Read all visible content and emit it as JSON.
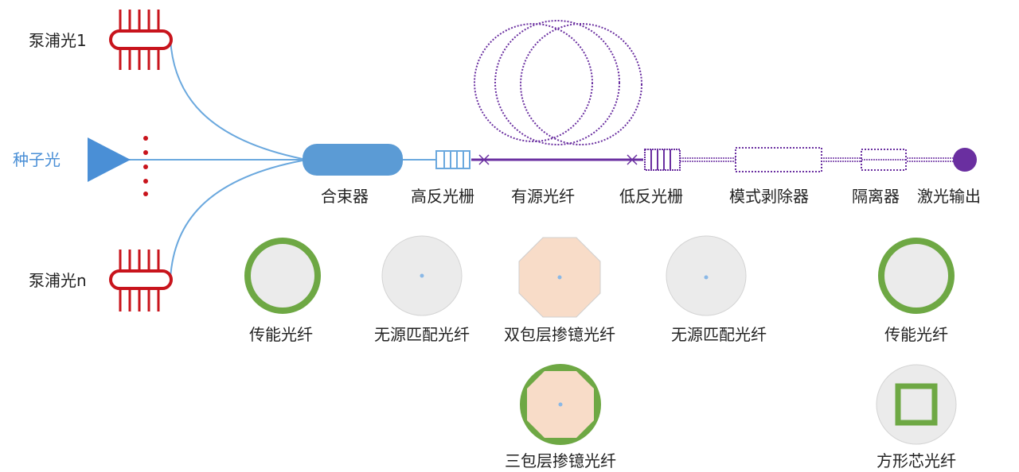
{
  "colors": {
    "pump": "#c8141c",
    "fiber_blue": "#6aa8de",
    "combiner": "#5b9bd5",
    "seed": "#4a8fd6",
    "active_fiber": "#6a2fa0",
    "cladding_green": "#6ea844",
    "core_grey": "#ebebeb",
    "doped_peach": "#f8dcc8",
    "core_dot": "#8ab8e6"
  },
  "labels": {
    "pump_1": "泵浦光1",
    "pump_n": "泵浦光n",
    "seed": "种子光",
    "combiner": "合束器",
    "hr_grating": "高反光栅",
    "active_fiber": "有源光纤",
    "lr_grating": "低反光栅",
    "mode_stripper": "模式剥除器",
    "isolator": "隔离器",
    "laser_output": "激光输出"
  },
  "cross_sections": {
    "passive_fiber_1": "传能光纤",
    "matched_fiber_1": "无源匹配光纤",
    "double_clad": "双包层掺镱光纤",
    "matched_fiber_2": "无源匹配光纤",
    "passive_fiber_2": "传能光纤",
    "triple_clad": "三包层掺镱光纤",
    "square_core": "方形芯光纤"
  }
}
